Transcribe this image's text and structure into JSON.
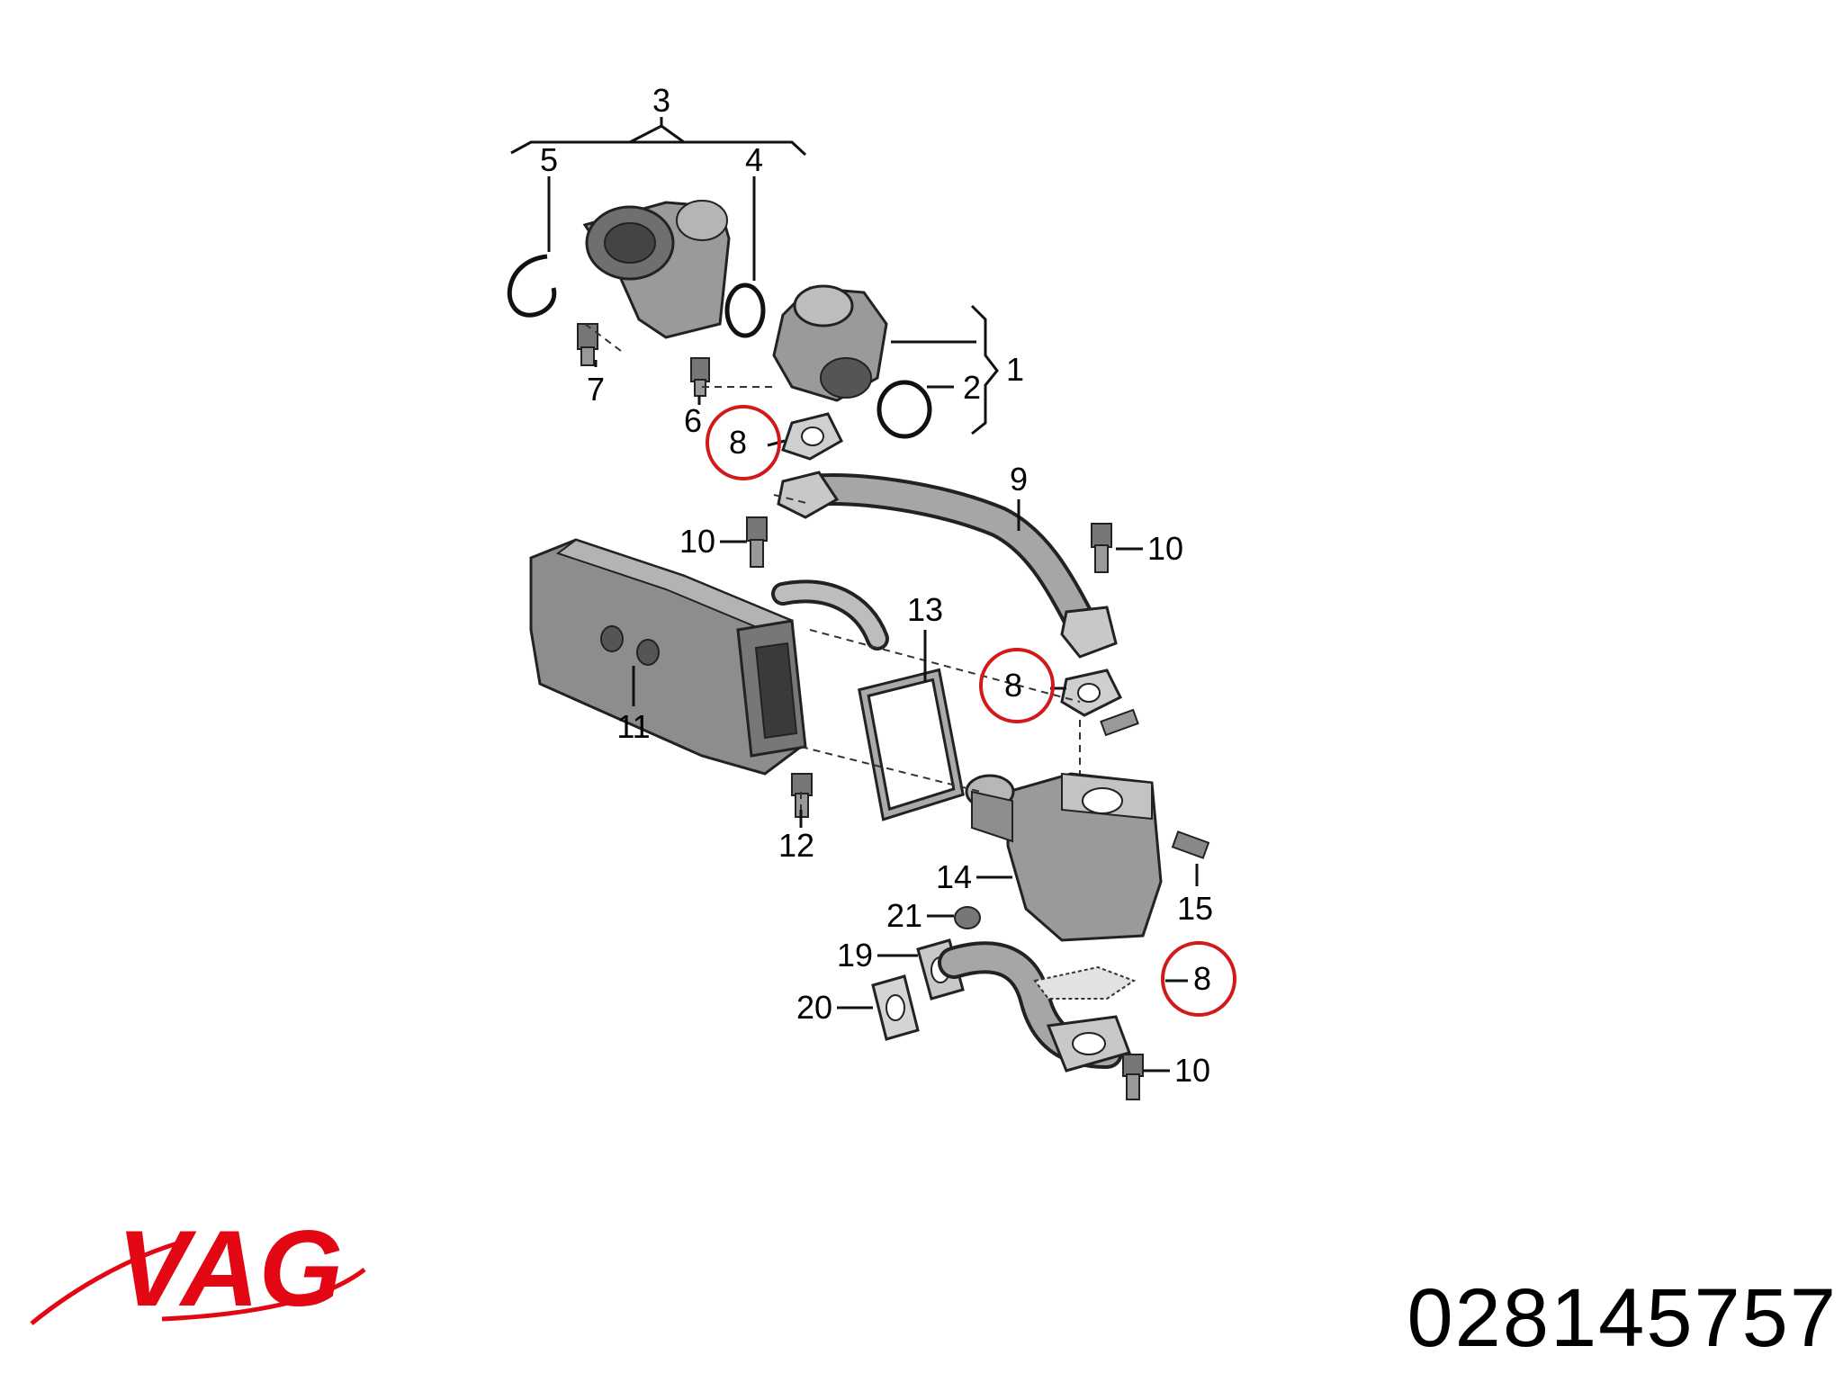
{
  "brand": {
    "name": "VAG",
    "color": "#e30613"
  },
  "part_number": "028145757",
  "diagram": {
    "highlight_color": "#d11a1a",
    "callouts": {
      "c1": "1",
      "c2": "2",
      "c3": "3",
      "c4": "4",
      "c5": "5",
      "c6": "6",
      "c7": "7",
      "c8a": "8",
      "c8b": "8",
      "c8c": "8",
      "c9": "9",
      "c10a": "10",
      "c10b": "10",
      "c10c": "10",
      "c11": "11",
      "c12": "12",
      "c13": "13",
      "c14": "14",
      "c15": "15",
      "c19": "19",
      "c20": "20",
      "c21": "21"
    }
  }
}
